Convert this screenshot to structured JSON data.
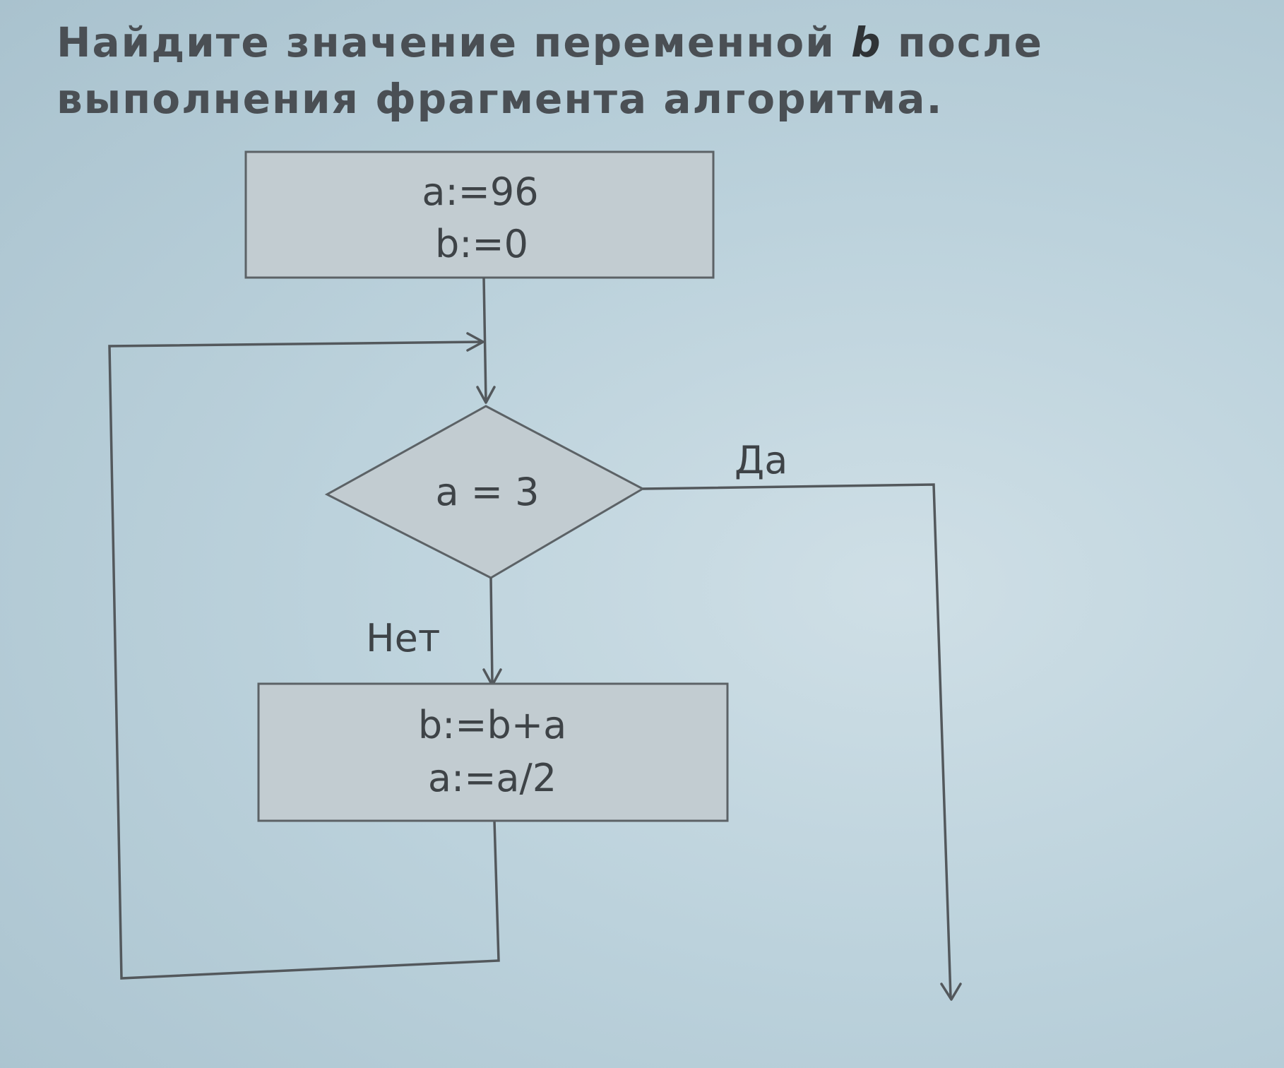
{
  "question": {
    "text_before": "Найдите значение переменной ",
    "variable": "b",
    "text_after": " после выполнения фрагмента алгоритма."
  },
  "flowchart": {
    "init_block": {
      "line1": "a:=96",
      "line2": "b:=0"
    },
    "condition": {
      "text": "a = 3"
    },
    "yes_label": "Да",
    "no_label": "Нет",
    "body_block": {
      "line1": "b:=b+a",
      "line2": "a:=a/2"
    }
  }
}
